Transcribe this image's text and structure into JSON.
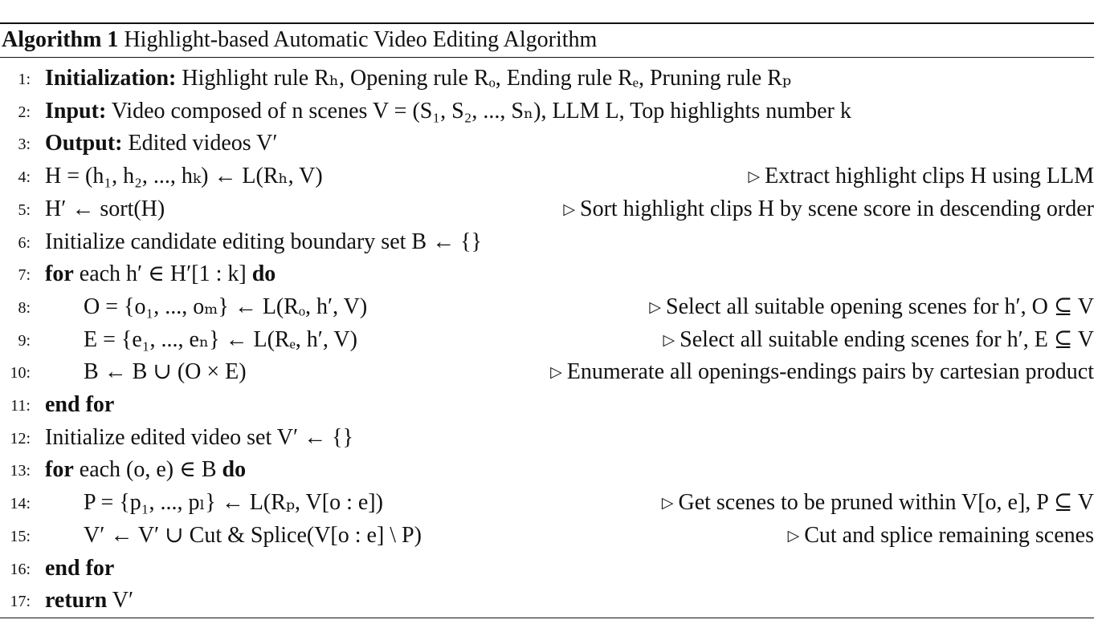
{
  "algorithm": {
    "caption_label": "Algorithm 1",
    "caption_title": "Highlight-based Automatic Video Editing Algorithm",
    "comment_marker": "▷",
    "lines": [
      {
        "num": "1:",
        "indent": false,
        "text": "Initialization:",
        "rest": " Highlight rule Rₕ, Opening rule Rₒ, Ending rule Rₑ, Pruning rule Rₚ",
        "comment": ""
      },
      {
        "num": "2:",
        "indent": false,
        "text": "Input:",
        "rest": " Video composed of n scenes V = (S₁, S₂, ..., Sₙ), LLM L, Top highlights number k",
        "comment": ""
      },
      {
        "num": "3:",
        "indent": false,
        "text": "Output:",
        "rest": " Edited videos V′",
        "comment": ""
      },
      {
        "num": "4:",
        "indent": false,
        "text": "",
        "rest": "H = (h₁, h₂, ..., hₖ) ← L(Rₕ, V)",
        "comment": "Extract highlight clips H using LLM"
      },
      {
        "num": "5:",
        "indent": false,
        "text": "",
        "rest": "H′ ← sort(H)",
        "comment": "Sort highlight clips H by scene score in descending order"
      },
      {
        "num": "6:",
        "indent": false,
        "text": "",
        "rest": "Initialize candidate editing boundary set B ← {}",
        "comment": ""
      },
      {
        "num": "7:",
        "indent": false,
        "text": "for",
        "rest": " each h′ ∈ H′[1 : k] ",
        "kw_end": "do",
        "comment": ""
      },
      {
        "num": "8:",
        "indent": true,
        "text": "",
        "rest": "O = {o₁, ..., oₘ} ← L(Rₒ, h′, V)",
        "comment": "Select all suitable opening scenes for h′, O ⊆ V"
      },
      {
        "num": "9:",
        "indent": true,
        "text": "",
        "rest": "E = {e₁, ..., eₙ} ← L(Rₑ, h′, V)",
        "comment": "Select all suitable ending scenes for h′, E ⊆ V"
      },
      {
        "num": "10:",
        "indent": true,
        "text": "",
        "rest": "B ← B ∪ (O × E)",
        "comment": "Enumerate all openings-endings pairs by cartesian product"
      },
      {
        "num": "11:",
        "indent": false,
        "text": "end for",
        "rest": "",
        "comment": ""
      },
      {
        "num": "12:",
        "indent": false,
        "text": "",
        "rest": "Initialize edited video set V′ ← {}",
        "comment": ""
      },
      {
        "num": "13:",
        "indent": false,
        "text": "for",
        "rest": " each (o, e) ∈ B ",
        "kw_end": "do",
        "comment": ""
      },
      {
        "num": "14:",
        "indent": true,
        "text": "",
        "rest": "P = {p₁, ..., pₗ} ← L(Rₚ, V[o : e])",
        "comment": "Get scenes to be pruned within V[o, e], P ⊆ V"
      },
      {
        "num": "15:",
        "indent": true,
        "text": "",
        "rest": "V′ ← V′ ∪ Cut & Splice(V[o : e] \\ P)",
        "comment": "Cut and splice remaining scenes"
      },
      {
        "num": "16:",
        "indent": false,
        "text": "end for",
        "rest": "",
        "comment": ""
      },
      {
        "num": "17:",
        "indent": false,
        "text": "return",
        "rest": " V′",
        "comment": ""
      }
    ]
  }
}
